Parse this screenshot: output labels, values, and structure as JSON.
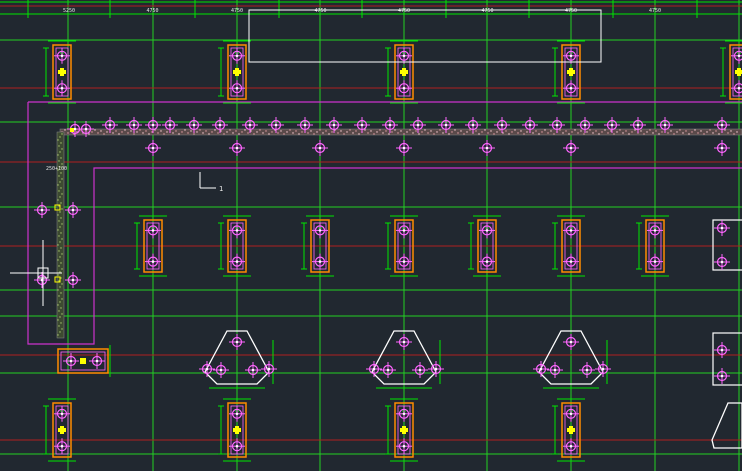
{
  "drawing": {
    "background": "#212830",
    "colors": {
      "axis_green": "#22d022",
      "axis_red": "#b02020",
      "dim_green": "#00e600",
      "pile_orange": "#ff8c00",
      "pile_inner_pink": "#ff66ff",
      "marker_yellow": "#ffff00",
      "outline_magenta": "#cc33cc",
      "hatch_pink": "#e8a0a8",
      "hatch_green": "#a8c870",
      "white": "#ffffff",
      "cyan": "#00e5ff"
    },
    "top_dimensions": [
      "5250",
      "4750",
      "4750",
      "4750",
      "4750",
      "4750",
      "4750",
      "4750"
    ],
    "section_marker": "1",
    "rebar_label": "250+100",
    "cursor_icon": "crosshair-cursor-icon",
    "pile_icon": "pile-cap-icon",
    "triangle_cap_icon": "triangular-pile-cap-icon"
  }
}
